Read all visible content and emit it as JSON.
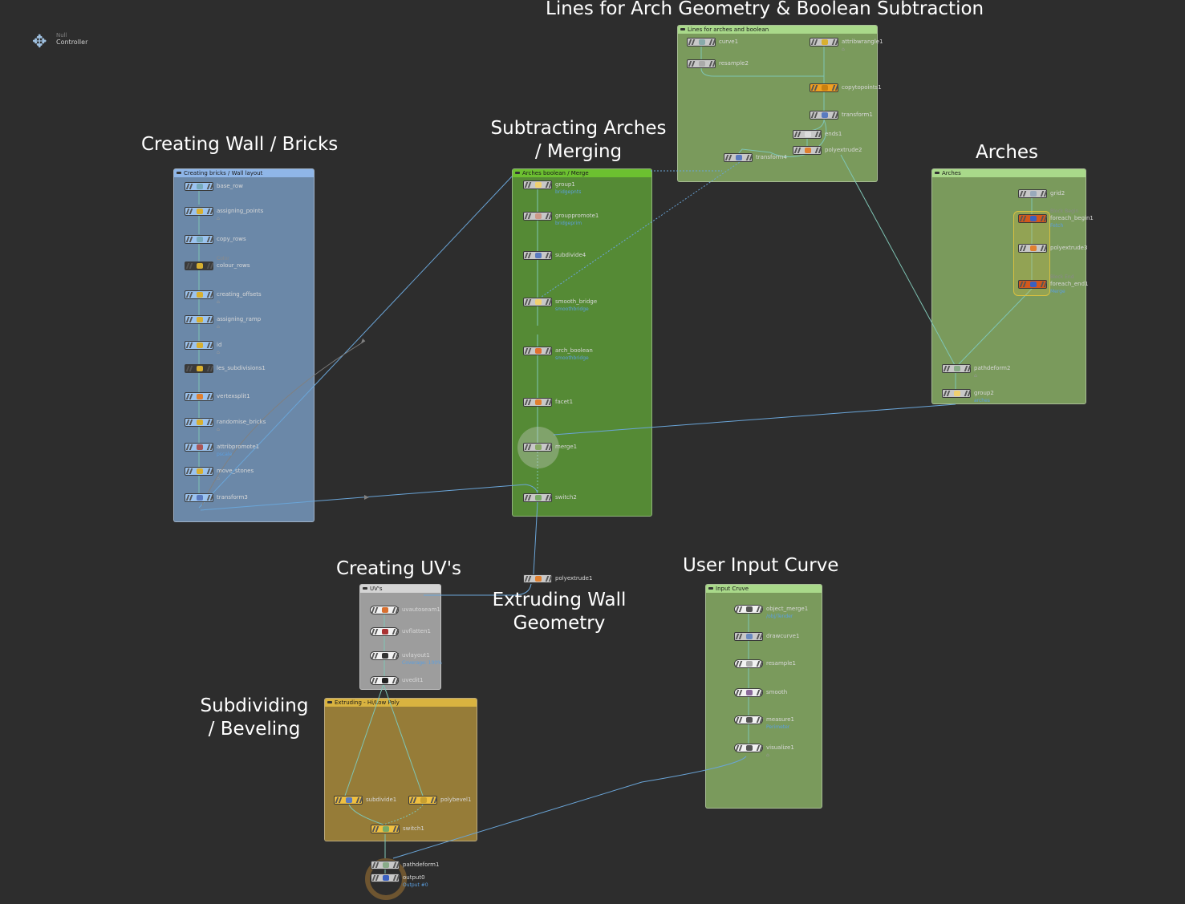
{
  "controller": {
    "type_label": "Null",
    "name": "Controller"
  },
  "stickies": {
    "lines_arch": "Lines for Arch Geometry & Boolean Subtraction",
    "creating_wall": "Creating Wall / Bricks",
    "subtracting_1": "Subtracting Arches",
    "subtracting_2": "/ Merging",
    "arches": "Arches",
    "creating_uvs": "Creating UV's",
    "extruding_1": "Extruding Wall",
    "extruding_2": "Geometry",
    "user_input": "User Input Curve",
    "subdividing_1": "Subdividing",
    "subdividing_2": "/ Beveling"
  },
  "boxes": {
    "lines": "Lines for arches and boolean",
    "bricks": "Creating bricks / Wall layout",
    "boolean": "Arches boolean / Merge",
    "arches": "Arches",
    "uvs": "UV's",
    "extruding": "Extruding - Hi/Low Poly",
    "input": "Input Cruve"
  },
  "nodes": {
    "curve1": "curve1",
    "resample2": "resample2",
    "attribwrangle1": "attribwrangle1",
    "copytopoints1": "copytopoints1",
    "transform1": "transform1",
    "ends1": "ends1",
    "polyextrude2": "polyextrude2",
    "transform4": "transform4",
    "base_row": "base_row",
    "assigning_points": "assigning_points",
    "copy_rows": "copy_rows",
    "colour_rows": "colour_rows",
    "colour_rows_pre": "Color",
    "creating_offsets": "creating_offsets",
    "assigning_ramp": "assigning_ramp",
    "id": "id",
    "les_subdivisions1": "les_subdivisions1",
    "vertexsplit1": "vertexsplit1",
    "randomise_bricks": "randomise_bricks",
    "attribpromote1": "attribpromote1",
    "attribpromote1_sub": "pscale",
    "move_stones": "move_stones",
    "transform3": "transform3",
    "group1": "group1",
    "group1_sub": "bridgepnts",
    "grouppromote1": "grouppromote1",
    "grouppromote1_sub": "bridgeprim",
    "subdivide4": "subdivide4",
    "smooth_bridge": "smooth_bridge",
    "smooth_bridge_sub": "smoothbridge",
    "arch_boolean": "arch_boolean",
    "arch_boolean_sub": "smoothbridge",
    "facet1": "facet1",
    "merge1": "merge1",
    "switch2": "switch2",
    "grid2": "grid2",
    "foreach_begin1_pre": "Block Begin",
    "foreach_begin1": "foreach_begin1",
    "foreach_begin1_sub": "Fetch",
    "polyextrude3": "polyextrude3",
    "foreach_end1_pre": "Block End",
    "foreach_end1": "foreach_end1",
    "foreach_end1_sub": "Merge",
    "pathdeform2": "pathdeform2",
    "group2": "group2",
    "group2_sub": "arches",
    "polyextrude1": "polyextrude1",
    "uvautoseam1": "uvautoseam1",
    "uvflatten1": "uvflatten1",
    "uvlayout1": "uvlayout1",
    "uvlayout1_sub": "Coverage: 100%",
    "uvedit1": "uvedit1",
    "subdivide1": "subdivide1",
    "polybevel1": "polybevel1",
    "switch1": "switch1",
    "pathdeform1": "pathdeform1",
    "output0": "output0",
    "output0_sub": "Output #0",
    "object_merge1": "object_merge1",
    "object_merge1_sub": "/obj/Tender",
    "drawcurve1": "drawcurve1",
    "resample1": "resample1",
    "smooth": "smooth",
    "measure1": "measure1",
    "measure1_sub": "Perimeter",
    "visualize1": "visualize1"
  },
  "colors": {
    "network_bg": "#2d2d2d",
    "box_bricks": "#6b88a8",
    "box_boolean": "#558a35",
    "box_green": "#7a9a5c",
    "box_uvs": "#9d9d9d",
    "box_extruding": "#967c38",
    "wire": "#7fc5b5",
    "wire_blue": "#6aa5d8"
  }
}
